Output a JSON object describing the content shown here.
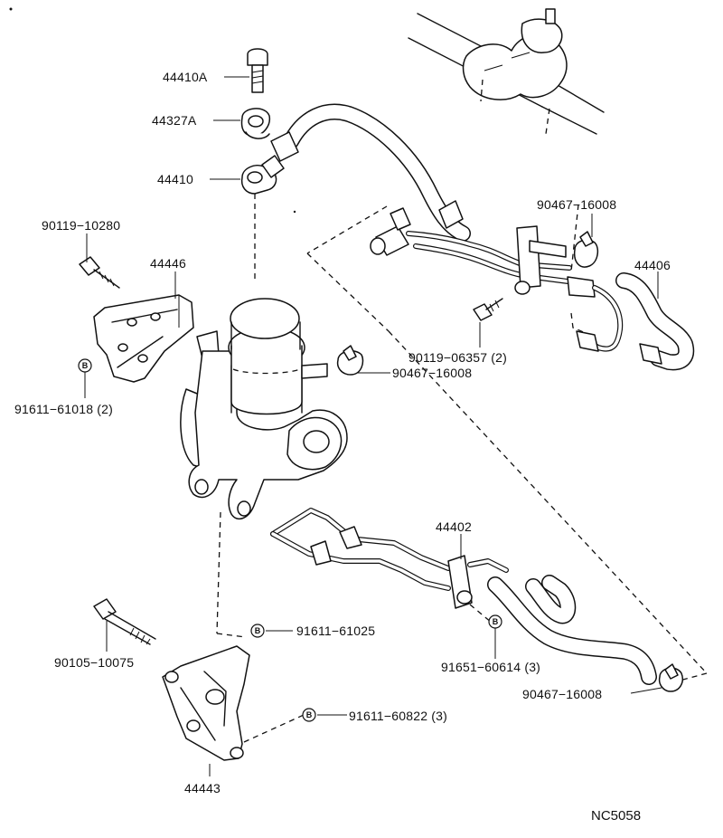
{
  "diagram": {
    "document_code": "NC5058",
    "circle_mark_letter": "B",
    "labels": {
      "p44410A": "44410A",
      "p44327A": "44327A",
      "p44410": "44410",
      "p90119_10280": "90119−10280",
      "p44446": "44446",
      "p91611_61018": "91611−61018 (2)",
      "p90467_16008_a": "90467−16008",
      "p44406": "44406",
      "p90119_06357": "90119−06357 (2)",
      "p90467_16008_b": "90467−16008",
      "p44402": "44402",
      "p91611_61025": "91611−61025",
      "p90105_10075": "90105−10075",
      "p91651_60614": "91651−60614 (3)",
      "p90467_16008_c": "90467−16008",
      "p91611_60822": "91611−60822 (3)",
      "p44443": "44443"
    }
  }
}
